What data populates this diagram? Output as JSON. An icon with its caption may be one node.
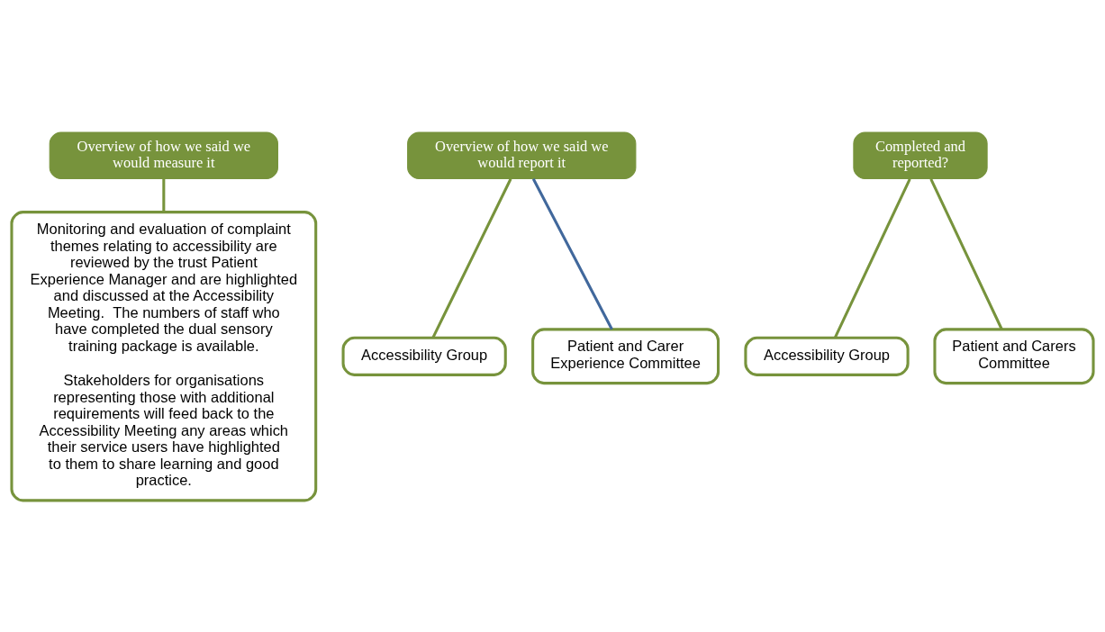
{
  "diagram": {
    "nodes": [
      {
        "text": [
          "Overview of how we said we would measure it"
        ]
      },
      {
        "text": [
          "Monitoring and evaluation of complaint themes relating to accessibility are reviewed by the trust Patient Experience Manager and are highlighted and discussed at the Accessibility Meeting.  The numbers of staff who have completed the dual sensory training package is available.",
          "Stakeholders for organisations representing those with additional requirements will feed back to the Accessibility Meeting any areas which their service users have highlighted to them to share learning and good practice."
        ]
      },
      {
        "text": [
          "Overview of how we said we would report it"
        ]
      },
      {
        "text": [
          "Accessibility Group"
        ]
      },
      {
        "text": [
          "Patient and Carer Experience Committee"
        ]
      },
      {
        "text": [
          "Completed and reported?"
        ]
      },
      {
        "text": [
          "Accessibility Group"
        ]
      },
      {
        "text": [
          "Patient and Carers Committee"
        ]
      }
    ],
    "edges": [
      {
        "from": 0,
        "to": 1,
        "arrow": "none"
      },
      {
        "from": 2,
        "to": 3,
        "arrow": "none"
      },
      {
        "from": 2,
        "to": 4,
        "arrow": "none",
        "color": "#41689c"
      },
      {
        "from": 5,
        "to": 6,
        "arrow": "none"
      },
      {
        "from": 5,
        "to": 7,
        "arrow": "none"
      }
    ]
  }
}
